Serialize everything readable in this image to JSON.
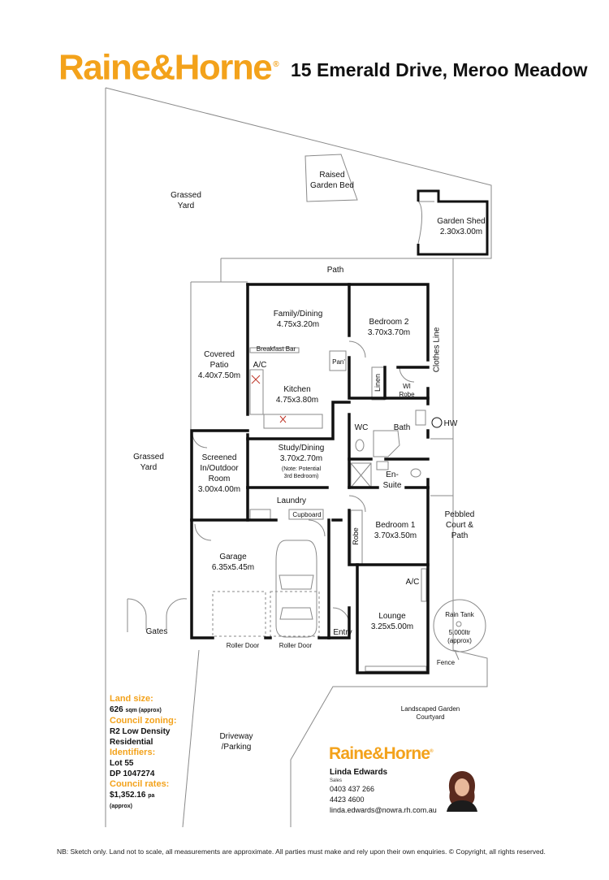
{
  "header": {
    "brand": "Raine&Horne",
    "trademark": "®",
    "address": "15 Emerald Drive, Meroo Meadow"
  },
  "plan": {
    "grassed_yard_top": [
      "Grassed",
      "Yard"
    ],
    "raised_garden_bed": [
      "Raised",
      "Garden Bed"
    ],
    "garden_shed": [
      "Garden Shed",
      "2.30x3.00m"
    ],
    "path": "Path",
    "family_dining": [
      "Family/Dining",
      "4.75x3.20m"
    ],
    "bedroom2": [
      "Bedroom 2",
      "3.70x3.70m"
    ],
    "clothes_line": "Clothes Line",
    "breakfast_bar": "Breakfast Bar",
    "ac_kitchen": "A/C",
    "pan": "Pan'",
    "covered_patio": [
      "Covered",
      "Patio",
      "4.40x7.50m"
    ],
    "kitchen": [
      "Kitchen",
      "4.75x3.80m"
    ],
    "linen": "Linen",
    "wi_robe": [
      "WI",
      "Robe"
    ],
    "wc": "WC",
    "bath": "Bath",
    "hw": "HW",
    "grassed_yard_left": [
      "Grassed",
      "Yard"
    ],
    "screened_room": [
      "Screened",
      "In/Outdoor",
      "Room",
      "3.00x4.00m"
    ],
    "study_dining": [
      "Study/Dining",
      "3.70x2.70m"
    ],
    "study_note": [
      "(Note: Potential",
      "3rd Bedroom)"
    ],
    "ensuite": [
      "En-",
      "Suite"
    ],
    "laundry": "Laundry",
    "cupboard": "Cupboard",
    "pebbled_court": [
      "Pebbled",
      "Court &",
      "Path"
    ],
    "robe": "Robe",
    "bedroom1": [
      "Bedroom 1",
      "3.70x3.50m"
    ],
    "garage": [
      "Garage",
      "6.35x5.45m"
    ],
    "ac_lounge": "A/C",
    "lounge": [
      "Lounge",
      "3.25x5.00m"
    ],
    "rain_tank": [
      "Rain Tank",
      "5,000ltr",
      "(approx)"
    ],
    "gates": "Gates",
    "entry": "Entry",
    "roller_door_1": "Roller Door",
    "roller_door_2": "Roller Door",
    "fence": "Fence",
    "landscaped_garden": [
      "Landscaped Garden",
      "Courtyard"
    ],
    "driveway": [
      "Driveway",
      "/Parking"
    ]
  },
  "property_info": {
    "land_size_label": "Land size:",
    "land_size_value": "626",
    "land_size_unit": "sqm (approx)",
    "zoning_label": "Council zoning:",
    "zoning_value_1": "R2  Low Density",
    "zoning_value_2": "Residential",
    "identifiers_label": "Identifiers:",
    "identifier_lot": "Lot 55",
    "identifier_dp": "DP  1047274",
    "rates_label": "Council rates:",
    "rates_value": "$1,352.16",
    "rates_unit": "pa",
    "rates_approx": "(approx)"
  },
  "agent": {
    "brand": "Raine&Horne",
    "trademark": "®",
    "name": "Linda Edwards",
    "role": "Sales",
    "mobile": "0403 437 266",
    "phone": "4423 4600",
    "email": "linda.edwards@nowra.rh.com.au"
  },
  "footer": {
    "disclaimer": "NB:  Sketch only. Land not to scale, all measurements are approximate.  All parties must make and rely upon  their own enquiries. © Copyright, all rights reserved."
  },
  "colors": {
    "brand_orange": "#f3a21b",
    "wall": "#111111",
    "outline": "#8a8a8a"
  }
}
